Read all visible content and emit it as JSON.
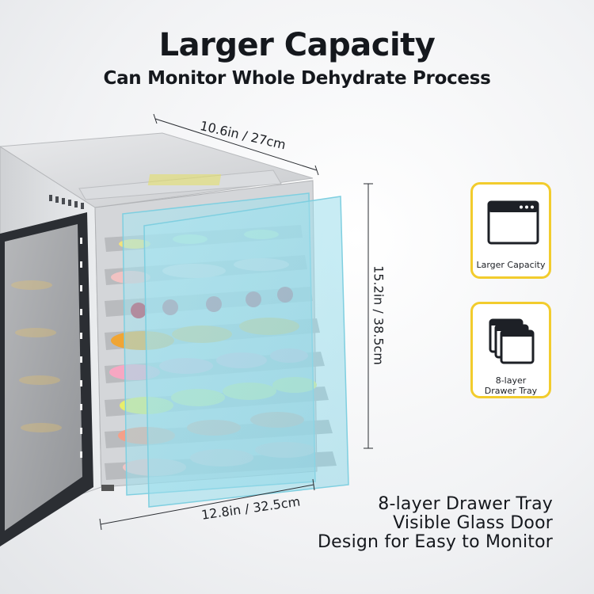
{
  "header": {
    "title": "Larger Capacity",
    "subtitle": "Can Monitor Whole Dehydrate Process"
  },
  "dimensions": {
    "depth": "10.6in / 27cm",
    "height": "15.2in / 38.5cm",
    "width": "12.8in / 32.5cm"
  },
  "features": [
    {
      "label": "Larger Capacity",
      "icon": "window-icon"
    },
    {
      "label_line1": "8-layer",
      "label_line2": "Drawer Tray",
      "icon": "stacked-trays-icon"
    }
  ],
  "tagline": {
    "line1": "8-layer Drawer Tray",
    "line2": "Visible Glass Door",
    "line3": "Design for Easy to Monitor"
  },
  "colors": {
    "accent": "#f2cc2d",
    "glass": "#9fe0ee",
    "steel": "#d8dadd"
  }
}
